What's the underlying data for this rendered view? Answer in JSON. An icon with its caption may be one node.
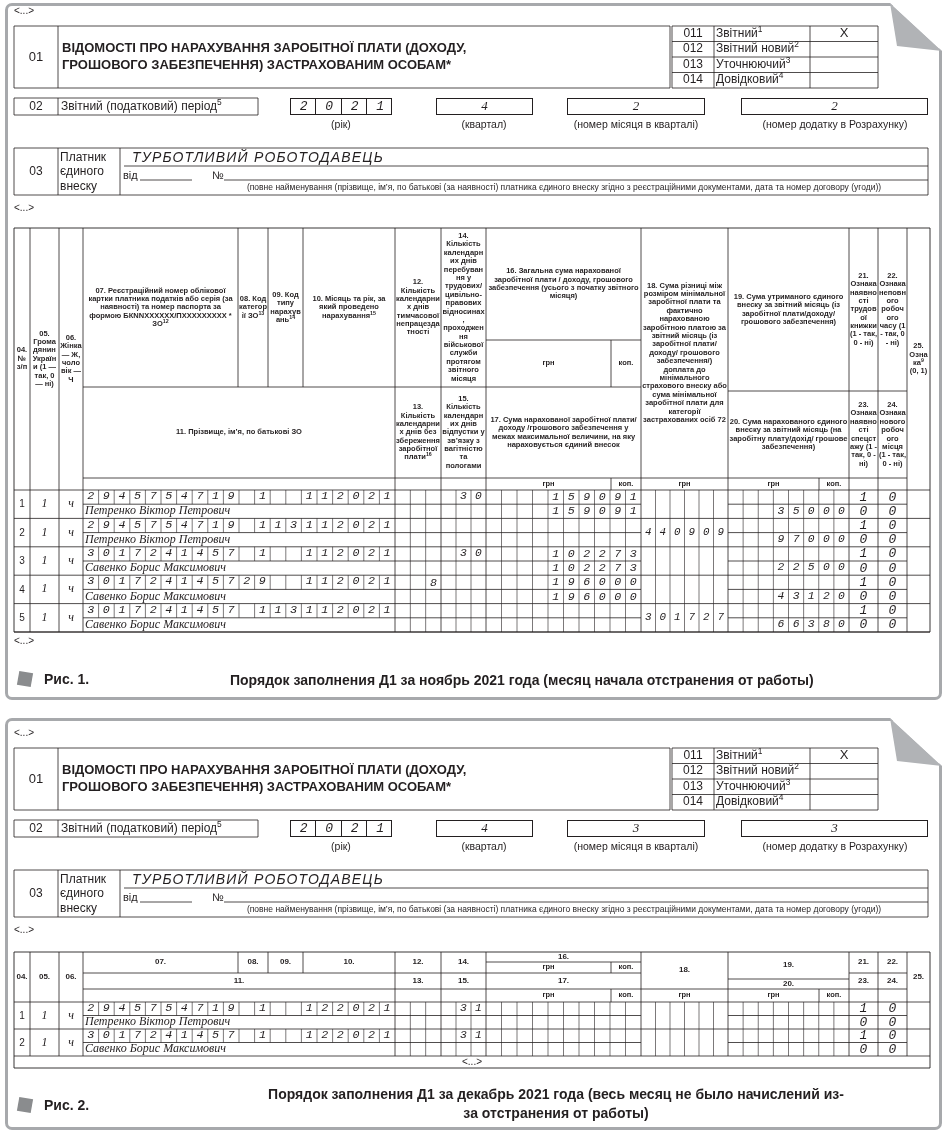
{
  "diagram": {
    "nodes": [
      {
        "text": [
          "Рис. 1.",
          "Порядок заполнения Д1 за ноябрь 2021 года (месяц начала отстранения от работы)"
        ]
      },
      {
        "text": [
          "Рис. 2.",
          "Порядок заполнения Д1 за декабрь 2021 года (весь месяц не было начислений из-за отстранения от работы)"
        ]
      }
    ],
    "labels": [
      "<...>",
      "01",
      "ВІДОМОСТІ ПРО НАРАХУВАННЯ ЗАРОБІТНОЇ ПЛАТИ (ДОХОДУ, ГРОШОВОГО ЗАБЕЗПЕЧЕННЯ) ЗАСТРАХОВАНИМ ОСОБАМ*",
      "011",
      "Звітний$^{1}$",
      "X",
      "012",
      "Звітний новий$^{2}$",
      "013",
      "Уточнюючий$^{3}$",
      "014",
      "Довідковий$^{4}$",
      "02",
      "Звітний (податковий) період$^{5}$",
      "2 0 2 1",
      "4",
      "2",
      "2",
      "(рік)",
      "(квартал)",
      "(номер місяця в кварталі)",
      "(номер додатку в Розрахунку)",
      "03",
      "Платник єдиного внеску",
      "ТУРБОТЛИВИЙ РОБОТОДАВЕЦЬ",
      "від",
      "№",
      "(повне найменування (прізвище, ім’я, по батькові (за наявності) платника єдиного внеску згідно з реєстраційними документами, дата та номер договору (угоди))",
      "<...>",
      "04. № з/п",
      "05. Громадянин України (1 — так, 0 — ні)",
      "06. Жінка — Ж, чоловік — Ч",
      "07. Реєстраційний номер облікової картки платника податків або серія (за наявності) та номер паспорта за формою БКNNXXXXXX/ПXXXXXXXXX * ЗО$^{12}$",
      "08. Код категорії ЗО$^{13}$",
      "09. Код типу нарахувань$^{14}$",
      "10. Місяць та рік, за який проведено нарахування$^{15}$",
      "12. Кількість календарних днів тимчасової непрацездатності",
      "14. Кількість календарних днів перебування у трудових/ цивільно-правових відносинах, проходження військової служби протягом звітного місяця",
      "16. Загальна сума нарахованої заробітної плати / доходу, грошового забезпечення (усього з початку звітного місяця)",
      "грн",
      "коп.",
      "18. Сума різниці між розміром мінімальної заробітної плати та фактично нарахованою заробітною платою за звітний місяць (із заробітної плати/доходу/ грошового забезпечення/) доплата до мінімального страхового внеску або сума мінімальної заробітної плати для категорії застрахованих осіб 72",
      "19. Сума утриманого єдиного внеску за звітний місяць (із заробітної плати/доходу/ грошового забезпечення)",
      "21. Ознака наявності трудової книжки (1 - так, 0 - ні)",
      "22. Ознака неповного робочого часу (1 - так, 0 - ні)",
      "25. Ознака$^{9}$ (0, 1)",
      "11. Прізвище, ім’я, по батькові ЗО",
      "13. Кількість календарних днів без збереження заробітної плати$^{16}$",
      "15. Кількість календарних днів відпустки у зв’язку з вагітністю та пологами",
      "17. Сума нарахованої заробітної плати/ доходу /грошового забезпечення у межах максимальної величини, на яку нараховується єдиний внесок",
      "20. Сума нарахованого єдиного внеску за звітний місяць (на заробітну плату/дохід/ грошове забезпечення)",
      "23. Ознака наявності спецстажу (1 - так, 0 - ні)",
      "24. Ознака нового робочого місця (1 - так, 0 - ні)",
      "грн",
      "коп.",
      "грн",
      "грн",
      "коп.",
      "1",
      "1",
      "ч",
      "2 9 4 5 7 5 4 7 1 9",
      "1",
      "1 1 2 0 2 1",
      "3 0",
      "1 5 9 0 9 1",
      "1",
      "0",
      "Петренко Віктор Петрович",
      "1 5 9 0 9 1",
      "3 5 0 0 0",
      "0",
      "0",
      "2",
      "1",
      "ч",
      "2 9 4 5 7 5 4 7 1 9",
      "1 1 3",
      "1 1 2 0 2 1",
      "4 4 0 9 0 9",
      "1",
      "0",
      "Петренко Віктор Петрович",
      "9 7 0 0 0",
      "0",
      "0",
      "3",
      "1",
      "ч",
      "3 0 1 7 2 4 1 4 5 7",
      "1",
      "1 1 2 0 2 1",
      "3 0",
      "1 0 2 2 7 3",
      "1",
      "0",
      "Савенко Борис Максимович",
      "1 0 2 2 7 3",
      "2 2 5 0 0",
      "0",
      "0",
      "4",
      "1",
      "ч",
      "3 0 1 7 2 4 1 4 5 7 2 9",
      "1 1 2 0 2 1",
      "8",
      "1 9 6 0 0 0",
      "1",
      "0",
      "Савенко Борис Максимович",
      "1 9 6 0 0 0",
      "4 3 1 2 0",
      "0",
      "0",
      "5",
      "1",
      "ч",
      "3 0 1 7 2 4 1 4 5 7",
      "1 1 3",
      "1 1 2 0 2 1",
      "3 0 1 7 2 7",
      "1",
      "0",
      "Савенко Борис Максимович",
      "6 6 3 8 0",
      "0",
      "0",
      "<...>",
      "<...>",
      "01",
      "ВІДОМОСТІ ПРО НАРАХУВАННЯ ЗАРОБІТНОЇ ПЛАТИ (ДОХОДУ, ГРОШОВОГО ЗАБЕЗПЕЧЕННЯ) ЗАСТРАХОВАНИМ ОСОБАМ*",
      "011",
      "Звітний$^{1}$",
      "X",
      "012",
      "Звітний новий$^{2}$",
      "013",
      "Уточнюючий$^{3}$",
      "014",
      "Довідковий$^{4}$",
      "02",
      "Звітний (податковий) період$^{5}$",
      "2 0 2 1",
      "4",
      "3",
      "3",
      "(рік)",
      "(квартал)",
      "(номер місяця в кварталі)",
      "(номер додатку в Розрахунку)",
      "03",
      "Платник єдиного внеску",
      "ТУРБОТЛИВИЙ РОБОТОДАВЕЦЬ",
      "від",
      "№",
      "(повне найменування (прізвище, ім’я, по батькові (за наявності) платника єдиного внеску згідно з реєстраційними документами, дата та номер договору (угоди))",
      "<...>",
      "04.",
      "05.",
      "06.",
      "07.",
      "08.",
      "09.",
      "10.",
      "12.",
      "14.",
      "16.",
      "грн",
      "коп.",
      "18.",
      "19.",
      "21.",
      "22.",
      "25.",
      "11.",
      "13.",
      "15.",
      "17.",
      "20.",
      "23.",
      "24.",
      "грн",
      "коп.",
      "грн",
      "грн",
      "коп.",
      "1",
      "1",
      "ч",
      "2 9 4 5 7 5 4 7 1 9",
      "1",
      "1 2 2 0 2 1",
      "3 1",
      "1",
      "0",
      "Петренко Віктор Петрович",
      "0",
      "0",
      "2",
      "1",
      "ч",
      "3 0 1 7 2 4 1 4 5 7",
      "1",
      "1 2 2 0 2 1",
      "3 1",
      "1",
      "0",
      "Савенко Борис Максимович",
      "0",
      "0",
      "<...>"
    ]
  }
}
